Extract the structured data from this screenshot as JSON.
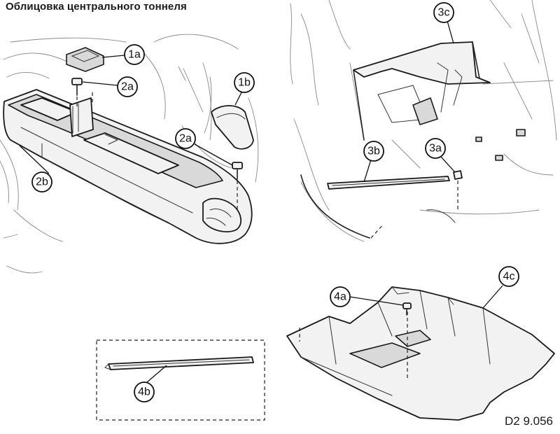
{
  "title": "Облицовка центрального тоннеля",
  "figure_code": "D2 9.056",
  "callouts": {
    "c1a": "1a",
    "c1b": "1b",
    "c2a_top": "2a",
    "c2a_bottom": "2a",
    "c2b": "2b",
    "c3a": "3a",
    "c3b": "3b",
    "c3c": "3c",
    "c4a": "4a",
    "c4b": "4b",
    "c4c": "4c"
  }
}
